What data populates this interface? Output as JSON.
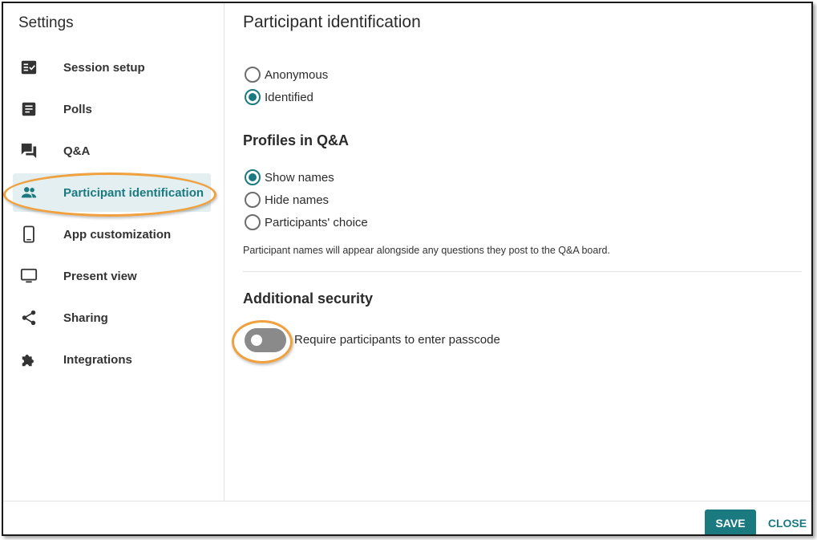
{
  "sidebar": {
    "title": "Settings",
    "items": [
      {
        "label": "Session setup",
        "icon": "checklist-icon"
      },
      {
        "label": "Polls",
        "icon": "document-icon"
      },
      {
        "label": "Q&A",
        "icon": "chat-icon"
      },
      {
        "label": "Participant identification",
        "icon": "people-icon",
        "active": true
      },
      {
        "label": "App customization",
        "icon": "phone-icon"
      },
      {
        "label": "Present view",
        "icon": "monitor-icon"
      },
      {
        "label": "Sharing",
        "icon": "share-icon"
      },
      {
        "label": "Integrations",
        "icon": "puzzle-icon"
      }
    ]
  },
  "main": {
    "title": "Participant identification",
    "identification": {
      "options": [
        "Anonymous",
        "Identified"
      ],
      "selected": "Identified"
    },
    "profiles": {
      "heading": "Profiles in Q&A",
      "options": [
        "Show names",
        "Hide names",
        "Participants' choice"
      ],
      "selected": "Show names",
      "note": "Participant names will appear alongside any questions they post to the Q&A board."
    },
    "security": {
      "heading": "Additional security",
      "toggle_label": "Require participants to enter passcode",
      "toggle_on": false
    }
  },
  "footer": {
    "save_label": "SAVE",
    "close_label": "CLOSE"
  },
  "colors": {
    "accent": "#1b7a80",
    "highlight_ring": "#f0a03c",
    "active_bg": "#e3eff0",
    "toggle_off": "#8a8a8a"
  }
}
